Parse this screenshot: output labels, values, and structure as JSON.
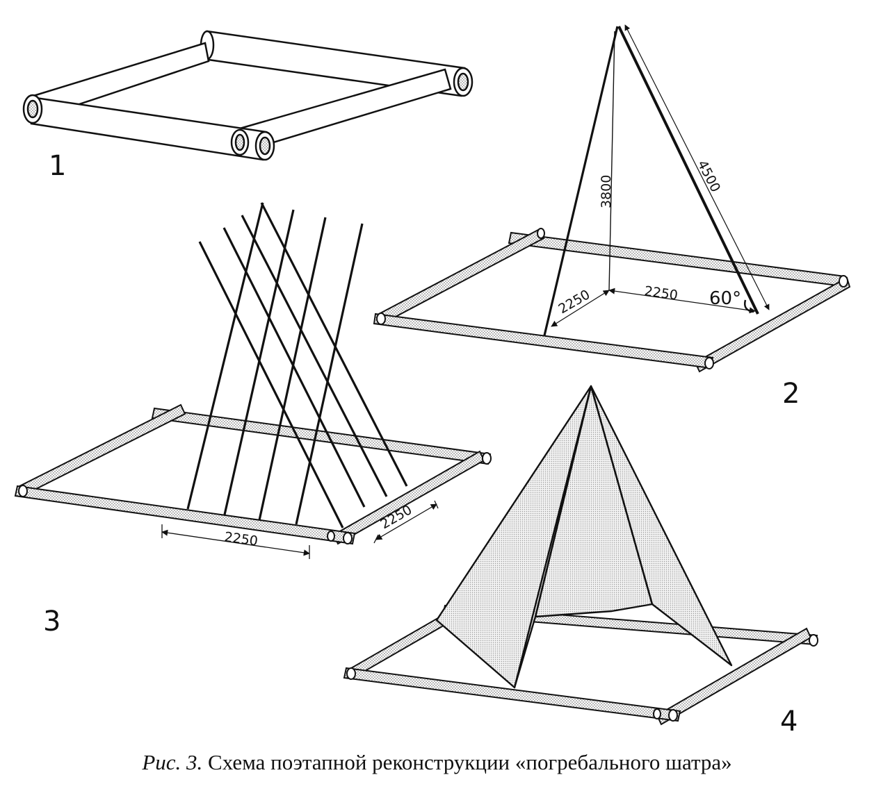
{
  "stages": [
    {
      "number": "1"
    },
    {
      "number": "2",
      "dims": {
        "height": "3800",
        "pole": "4500",
        "half_a": "2250",
        "half_b": "2250",
        "angle": "60°"
      }
    },
    {
      "number": "3",
      "dims": {
        "side_a": "2250",
        "side_b": "2250"
      }
    },
    {
      "number": "4"
    }
  ],
  "caption": {
    "prefix": "Рис. 3.",
    "text": "Схема поэтапной реконструкции «погребального шатра»"
  },
  "colors": {
    "ink": "#111111",
    "stipple": "#9a9a9a",
    "cloth": "#d6d6d6"
  }
}
